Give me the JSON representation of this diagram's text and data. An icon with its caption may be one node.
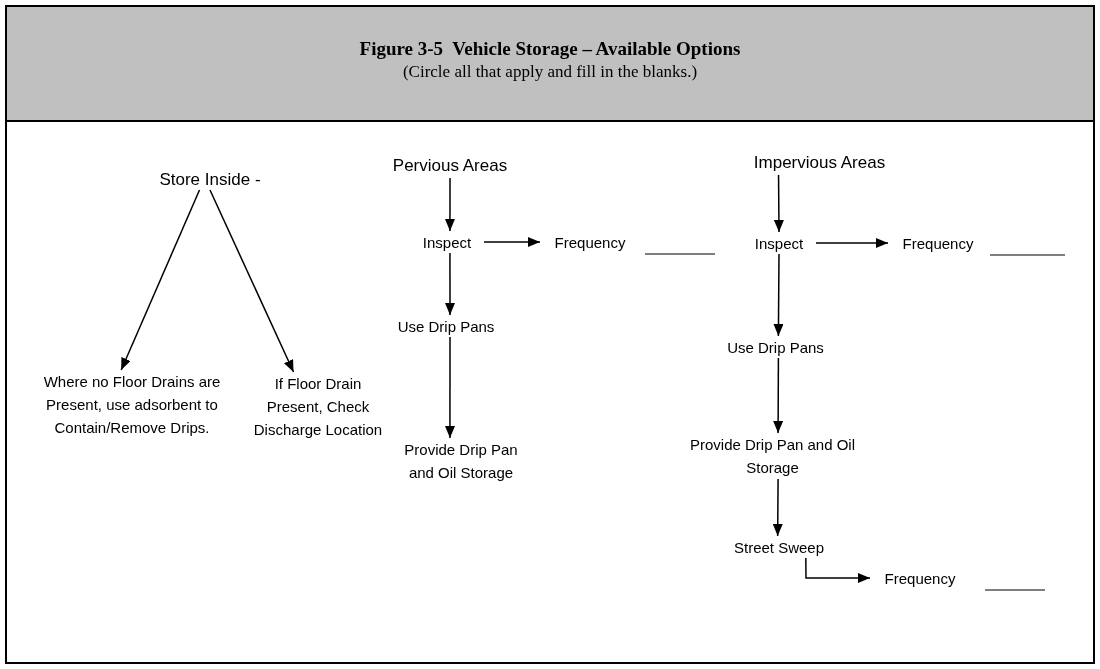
{
  "diagram": {
    "title": "Figure 3-5  Vehicle Storage – Available Options",
    "caption": "(Circle all that apply and fill in the blanks.)",
    "nodes": [
      {
        "text": [
          "Store Inside -"
        ]
      },
      {
        "text": [
          "Where no Floor Drains are Present, use adsorbent to Contain/Remove Drips."
        ]
      },
      {
        "text": [
          "If Floor Drain Present, Check Discharge Location"
        ]
      },
      {
        "text": [
          "Pervious Areas"
        ]
      },
      {
        "text": [
          "Inspect"
        ]
      },
      {
        "text": [
          "Frequency"
        ]
      },
      {
        "text": [
          "Use Drip Pans"
        ]
      },
      {
        "text": [
          "Provide Drip Pan and Oil Storage"
        ]
      },
      {
        "text": [
          "Impervious Areas"
        ]
      },
      {
        "text": [
          "Inspect"
        ]
      },
      {
        "text": [
          "Frequency"
        ]
      },
      {
        "text": [
          "Use Drip Pans"
        ]
      },
      {
        "text": [
          "Provide Drip Pan and Oil Storage"
        ]
      },
      {
        "text": [
          "Street Sweep"
        ]
      },
      {
        "text": [
          "Frequency"
        ]
      }
    ],
    "edges": [
      {
        "from": 0,
        "to": 1,
        "arrow": "to"
      },
      {
        "from": 0,
        "to": 2,
        "arrow": "to"
      },
      {
        "from": 3,
        "to": 4,
        "arrow": "to"
      },
      {
        "from": 4,
        "to": 5,
        "arrow": "to"
      },
      {
        "from": 4,
        "to": 6,
        "arrow": "to"
      },
      {
        "from": 6,
        "to": 7,
        "arrow": "to"
      },
      {
        "from": 8,
        "to": 9,
        "arrow": "to"
      },
      {
        "from": 9,
        "to": 10,
        "arrow": "to"
      },
      {
        "from": 9,
        "to": 11,
        "arrow": "to"
      },
      {
        "from": 11,
        "to": 12,
        "arrow": "to"
      },
      {
        "from": 12,
        "to": 13,
        "arrow": "to"
      },
      {
        "from": 13,
        "to": 14,
        "arrow": "to"
      }
    ]
  }
}
